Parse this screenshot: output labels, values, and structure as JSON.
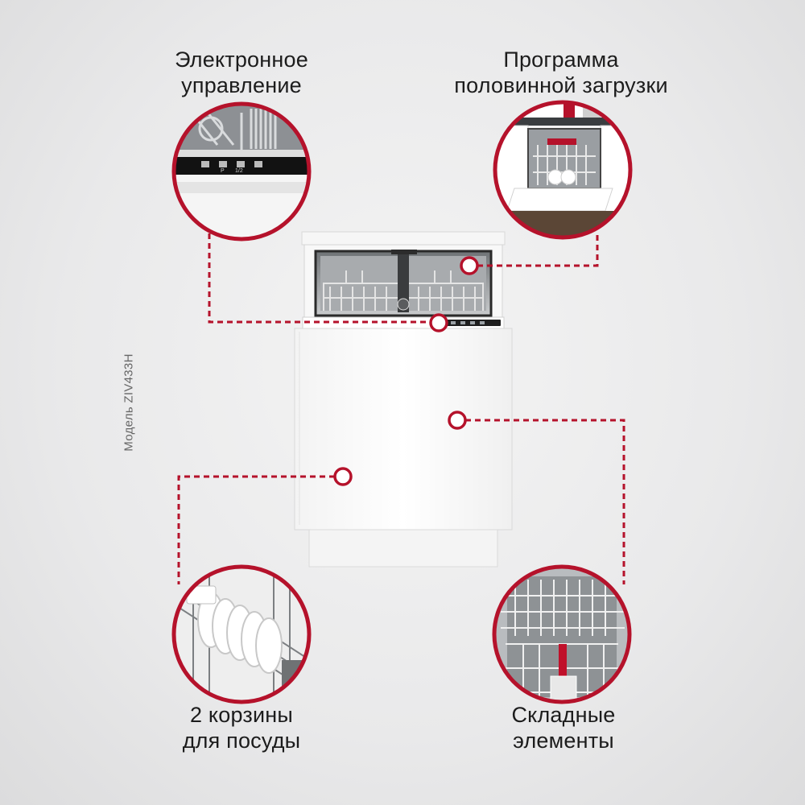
{
  "features": {
    "electronic_control": {
      "line1": "Электронное",
      "line2": "управление",
      "icon": "control-panel-icon"
    },
    "half_load": {
      "line1": "Программа",
      "line2": "половинной загрузки",
      "icon": "kitchen-dishwasher-icon"
    },
    "two_baskets": {
      "line1": "2 корзины",
      "line2": "для посуды",
      "icon": "plates-basket-icon"
    },
    "folding_elements": {
      "line1": "Складные",
      "line2": "элементы",
      "icon": "basket-interior-icon"
    }
  },
  "model_label": "Модель ZIV433H",
  "panel_symbols": [
    "P",
    "1/2"
  ],
  "colors": {
    "accent": "#b5122b",
    "background": "#e8e8e9",
    "appliance": "#fafafa"
  }
}
